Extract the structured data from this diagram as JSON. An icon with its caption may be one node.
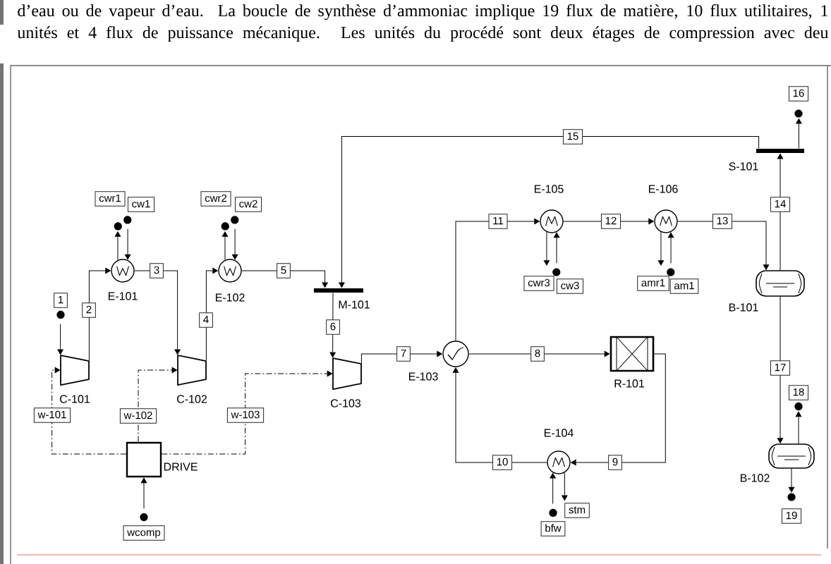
{
  "diagram": {
    "nodes": [
      {
        "text": [
          "S-101"
        ]
      },
      {
        "text": [
          "E-105"
        ]
      },
      {
        "text": [
          "E-106"
        ]
      },
      {
        "text": [
          "E-101"
        ]
      },
      {
        "text": [
          "E-102"
        ]
      },
      {
        "text": [
          "B-101"
        ]
      },
      {
        "text": [
          "M-101"
        ]
      },
      {
        "text": [
          "E-103"
        ]
      },
      {
        "text": [
          "R-101"
        ]
      },
      {
        "text": [
          "C-101"
        ]
      },
      {
        "text": [
          "C-102"
        ]
      },
      {
        "text": [
          "C-103"
        ]
      },
      {
        "text": [
          "E-104"
        ]
      },
      {
        "text": [
          "B-102"
        ]
      },
      {
        "text": [
          "DRIVE"
        ]
      }
    ],
    "edges": [
      {
        "from": null,
        "to": 9,
        "arrow": "to",
        "label": "1"
      },
      {
        "from": 9,
        "to": 3,
        "arrow": "to",
        "label": "2"
      },
      {
        "from": 3,
        "to": 10,
        "arrow": "to",
        "label": "3"
      },
      {
        "from": 10,
        "to": 4,
        "arrow": "to",
        "label": "4"
      },
      {
        "from": 4,
        "to": 6,
        "arrow": "to",
        "label": "5"
      },
      {
        "from": 6,
        "to": 11,
        "arrow": "to",
        "label": "6"
      },
      {
        "from": 11,
        "to": 7,
        "arrow": "to",
        "label": "7"
      },
      {
        "from": 7,
        "to": 8,
        "arrow": "to",
        "label": "8"
      },
      {
        "from": 8,
        "to": 12,
        "arrow": "to",
        "label": "9"
      },
      {
        "from": 12,
        "to": 7,
        "arrow": "to",
        "label": "10"
      },
      {
        "from": 7,
        "to": 1,
        "arrow": "to",
        "label": "11"
      },
      {
        "from": 1,
        "to": 2,
        "arrow": "to",
        "label": "12"
      },
      {
        "from": 2,
        "to": 5,
        "arrow": "to",
        "label": "13"
      },
      {
        "from": 5,
        "to": 0,
        "arrow": "to",
        "label": "14"
      },
      {
        "from": 0,
        "to": 6,
        "arrow": "to",
        "label": "15"
      },
      {
        "from": 0,
        "to": null,
        "arrow": "to",
        "label": "16"
      },
      {
        "from": 5,
        "to": 13,
        "arrow": "to",
        "label": "17"
      },
      {
        "from": 13,
        "to": null,
        "arrow": "to",
        "label": "18"
      },
      {
        "from": 13,
        "to": null,
        "arrow": "to",
        "label": "19"
      },
      {
        "from": null,
        "to": 3,
        "arrow": "to",
        "label": "cw1"
      },
      {
        "from": 3,
        "to": null,
        "arrow": "to",
        "label": "cwr1"
      },
      {
        "from": null,
        "to": 4,
        "arrow": "to",
        "label": "cw2"
      },
      {
        "from": 4,
        "to": null,
        "arrow": "to",
        "label": "cwr2"
      },
      {
        "from": null,
        "to": 1,
        "arrow": "to",
        "label": "cw3"
      },
      {
        "from": 1,
        "to": null,
        "arrow": "to",
        "label": "cwr3"
      },
      {
        "from": null,
        "to": 2,
        "arrow": "to",
        "label": "am1"
      },
      {
        "from": 2,
        "to": null,
        "arrow": "to",
        "label": "amr1"
      },
      {
        "from": null,
        "to": 12,
        "arrow": "to",
        "label": "bfw"
      },
      {
        "from": 12,
        "to": null,
        "arrow": "to",
        "label": "stm"
      },
      {
        "from": null,
        "to": 14,
        "arrow": "to",
        "label": "wcomp"
      },
      {
        "from": 14,
        "to": 9,
        "arrow": "to",
        "label": "w-101",
        "style": "dashed"
      },
      {
        "from": 14,
        "to": 10,
        "arrow": "to",
        "label": "w-102",
        "style": "dashed"
      },
      {
        "from": 14,
        "to": 11,
        "arrow": "to",
        "label": "w-103",
        "style": "dashed"
      }
    ],
    "labels": [
      "d’eau ou de vapeur d’eau. La boucle de synthèse d’ammoniac implique 19 flux de matière, 10 flux utilitaires, 1",
      "unités et 4 flux de puissance mécanique. Les unités du procédé sont deux étages de compression avec deu"
    ]
  }
}
